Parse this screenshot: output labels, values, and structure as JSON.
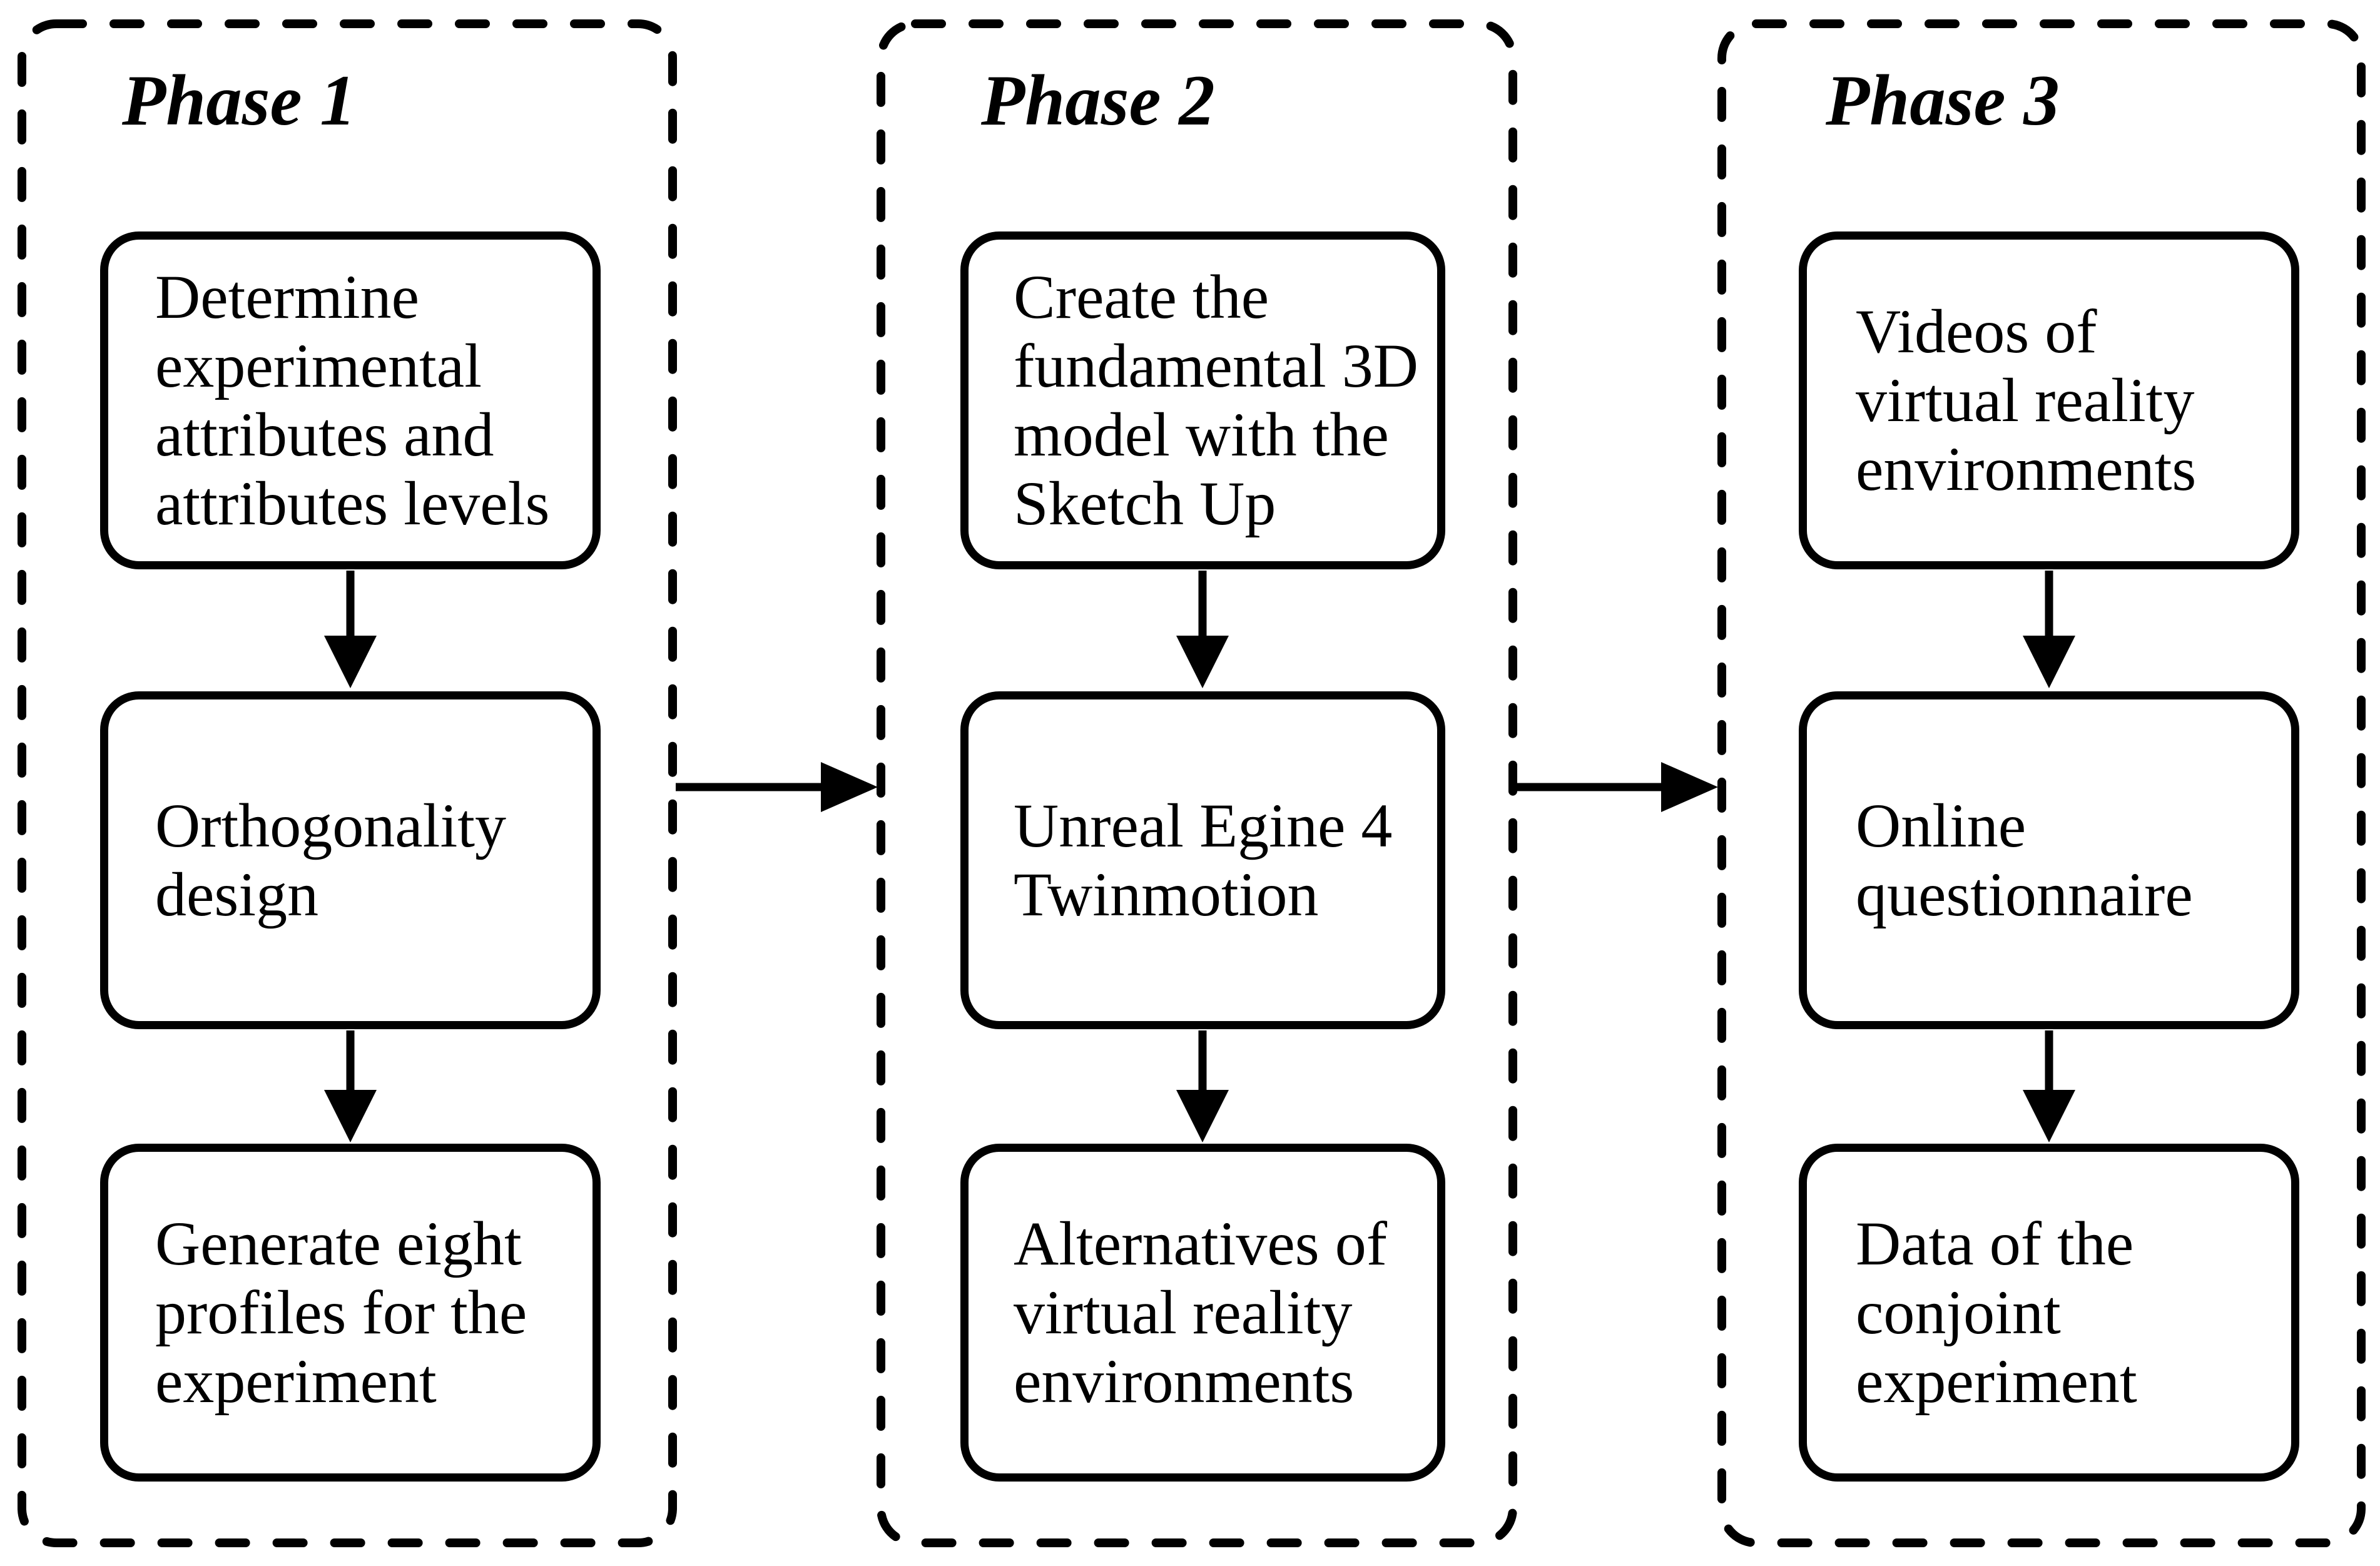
{
  "figure": {
    "background_color": "#ffffff",
    "line_color": "#000000",
    "phases": [
      {
        "title": "Phase 1",
        "steps": [
          "Determine experimental attributes and attributes levels",
          "Orthogonality design",
          "Generate eight profiles for the experiment"
        ]
      },
      {
        "title": "Phase 2",
        "steps": [
          "Create the fundamental 3D model with the Sketch Up",
          "Unreal Egine 4 Twinmotion",
          "Alternatives of virtual reality environments"
        ]
      },
      {
        "title": "Phase 3",
        "steps": [
          "Videos of virtual reality environments",
          "Online questionnaire",
          "Data of the conjoint experiment"
        ]
      }
    ]
  }
}
